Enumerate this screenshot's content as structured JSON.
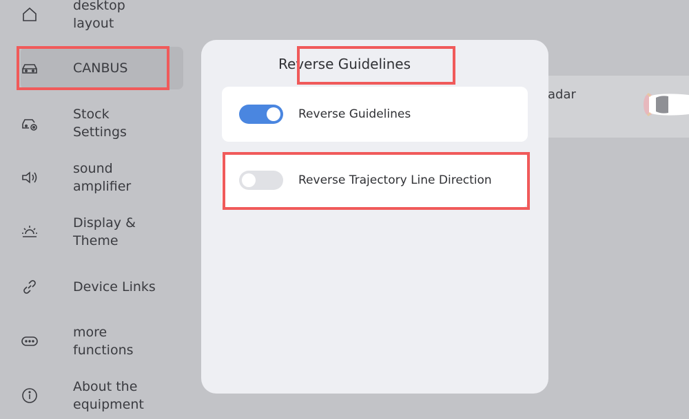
{
  "sidebar": {
    "items": [
      {
        "label": "desktop\nlayout",
        "icon": "home-icon"
      },
      {
        "label": "CANBUS",
        "icon": "car-icon",
        "active": true
      },
      {
        "label": "Stock\nSettings",
        "icon": "car-settings-icon"
      },
      {
        "label": "sound\namplifier",
        "icon": "speaker-icon"
      },
      {
        "label": "Display &\nTheme",
        "icon": "brightness-icon"
      },
      {
        "label": "Device Links",
        "icon": "link-icon"
      },
      {
        "label": "more\nfunctions",
        "icon": "more-icon"
      },
      {
        "label": "About the\nequipment",
        "icon": "info-icon"
      }
    ]
  },
  "background": {
    "partial_text": "adar"
  },
  "dialog": {
    "title": "Reverse Guidelines",
    "options": [
      {
        "label": "Reverse Guidelines",
        "enabled": true
      },
      {
        "label": "Reverse Trajectory Line Direction",
        "enabled": false
      }
    ]
  },
  "colors": {
    "accent": "#4a86e0",
    "annotation": "#f05a5a",
    "background": "#c2c3c7",
    "dialog": "#eeeff3"
  }
}
